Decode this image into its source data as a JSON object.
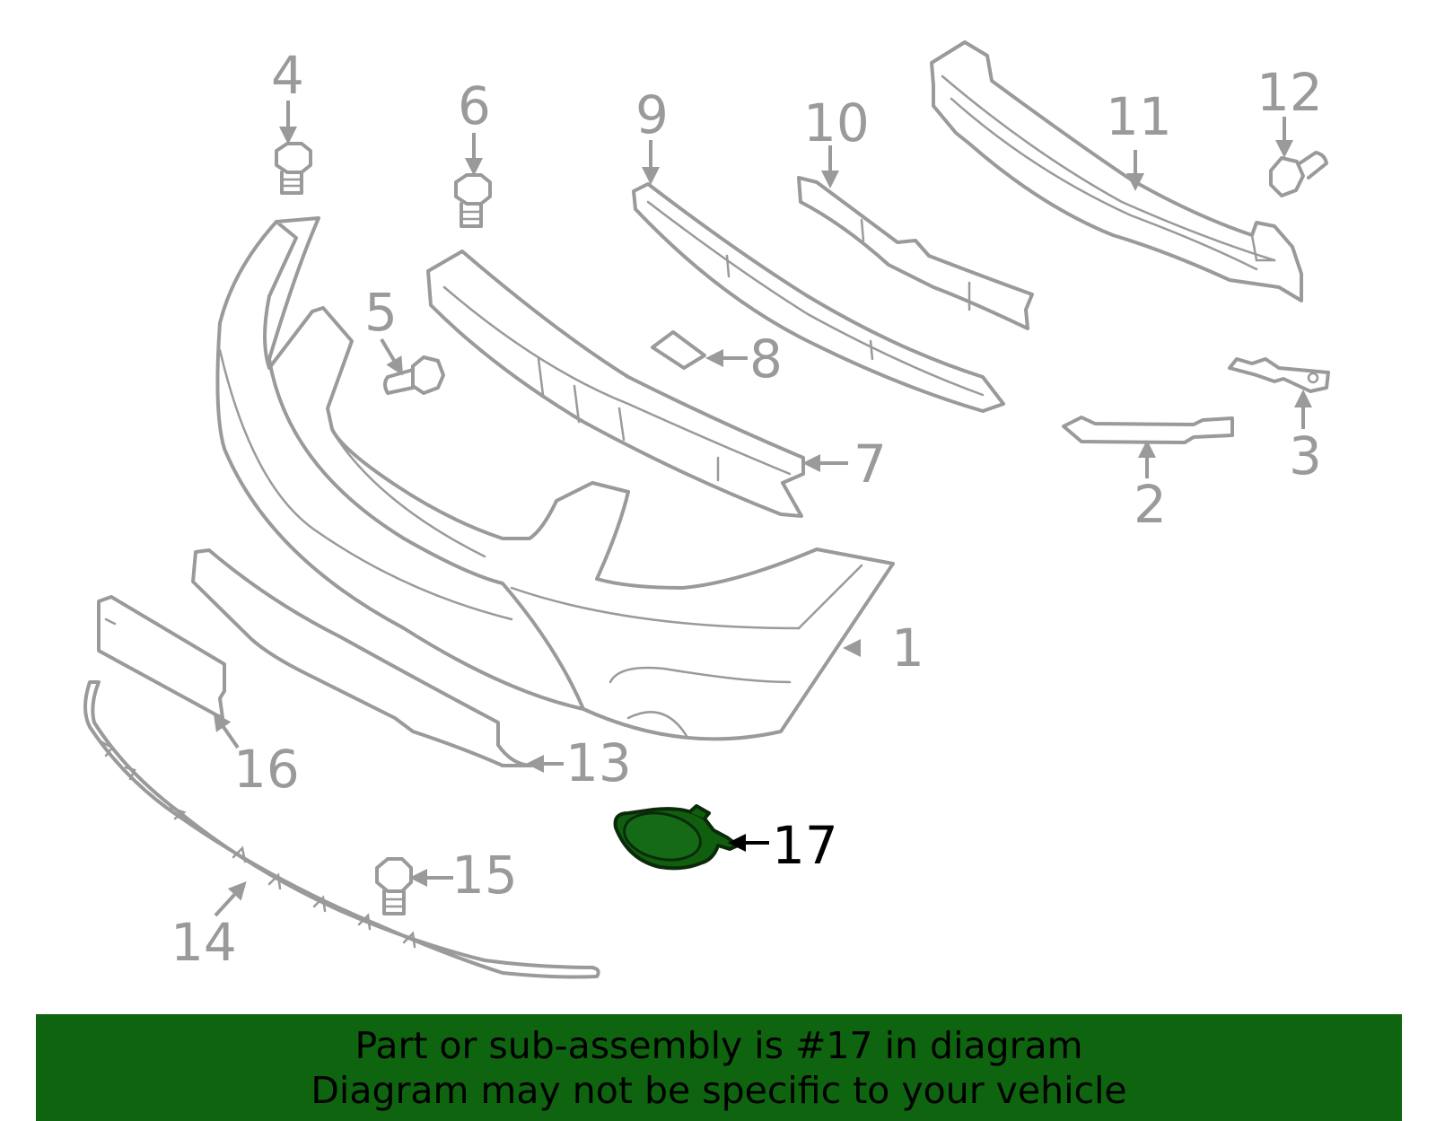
{
  "callouts": [
    "1",
    "2",
    "3",
    "4",
    "5",
    "6",
    "7",
    "8",
    "9",
    "10",
    "11",
    "12",
    "13",
    "14",
    "15",
    "16",
    "17"
  ],
  "highlighted_callout": "17",
  "colors": {
    "highlight_fill": "#0f5f0f",
    "banner": "#0f6410",
    "line_art": "#9a9a9a"
  },
  "banner": {
    "line1": "Part or sub-assembly is #17 in diagram",
    "line2": "Diagram may not be specific to your vehicle"
  }
}
